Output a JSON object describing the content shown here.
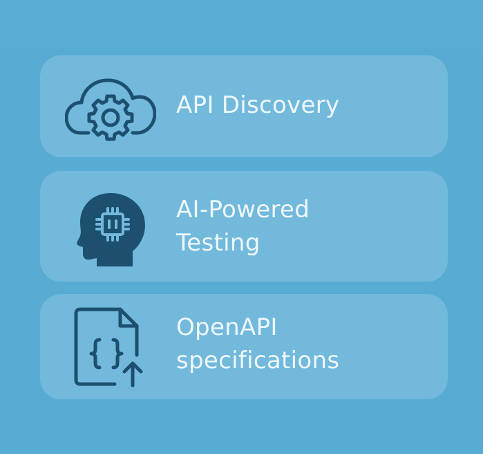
{
  "features": [
    {
      "icon": "cloud-gear-icon",
      "lines": [
        "API Discovery"
      ]
    },
    {
      "icon": "head-chip-icon",
      "lines": [
        "AI-Powered",
        "Testing"
      ]
    },
    {
      "icon": "code-document-upload-icon",
      "lines": [
        "OpenAPI",
        "specifications"
      ]
    }
  ],
  "colors": {
    "background": "#58abd3",
    "card": "#72b9dc",
    "icon": "#1d4f6e",
    "text": "#eef7fb"
  }
}
